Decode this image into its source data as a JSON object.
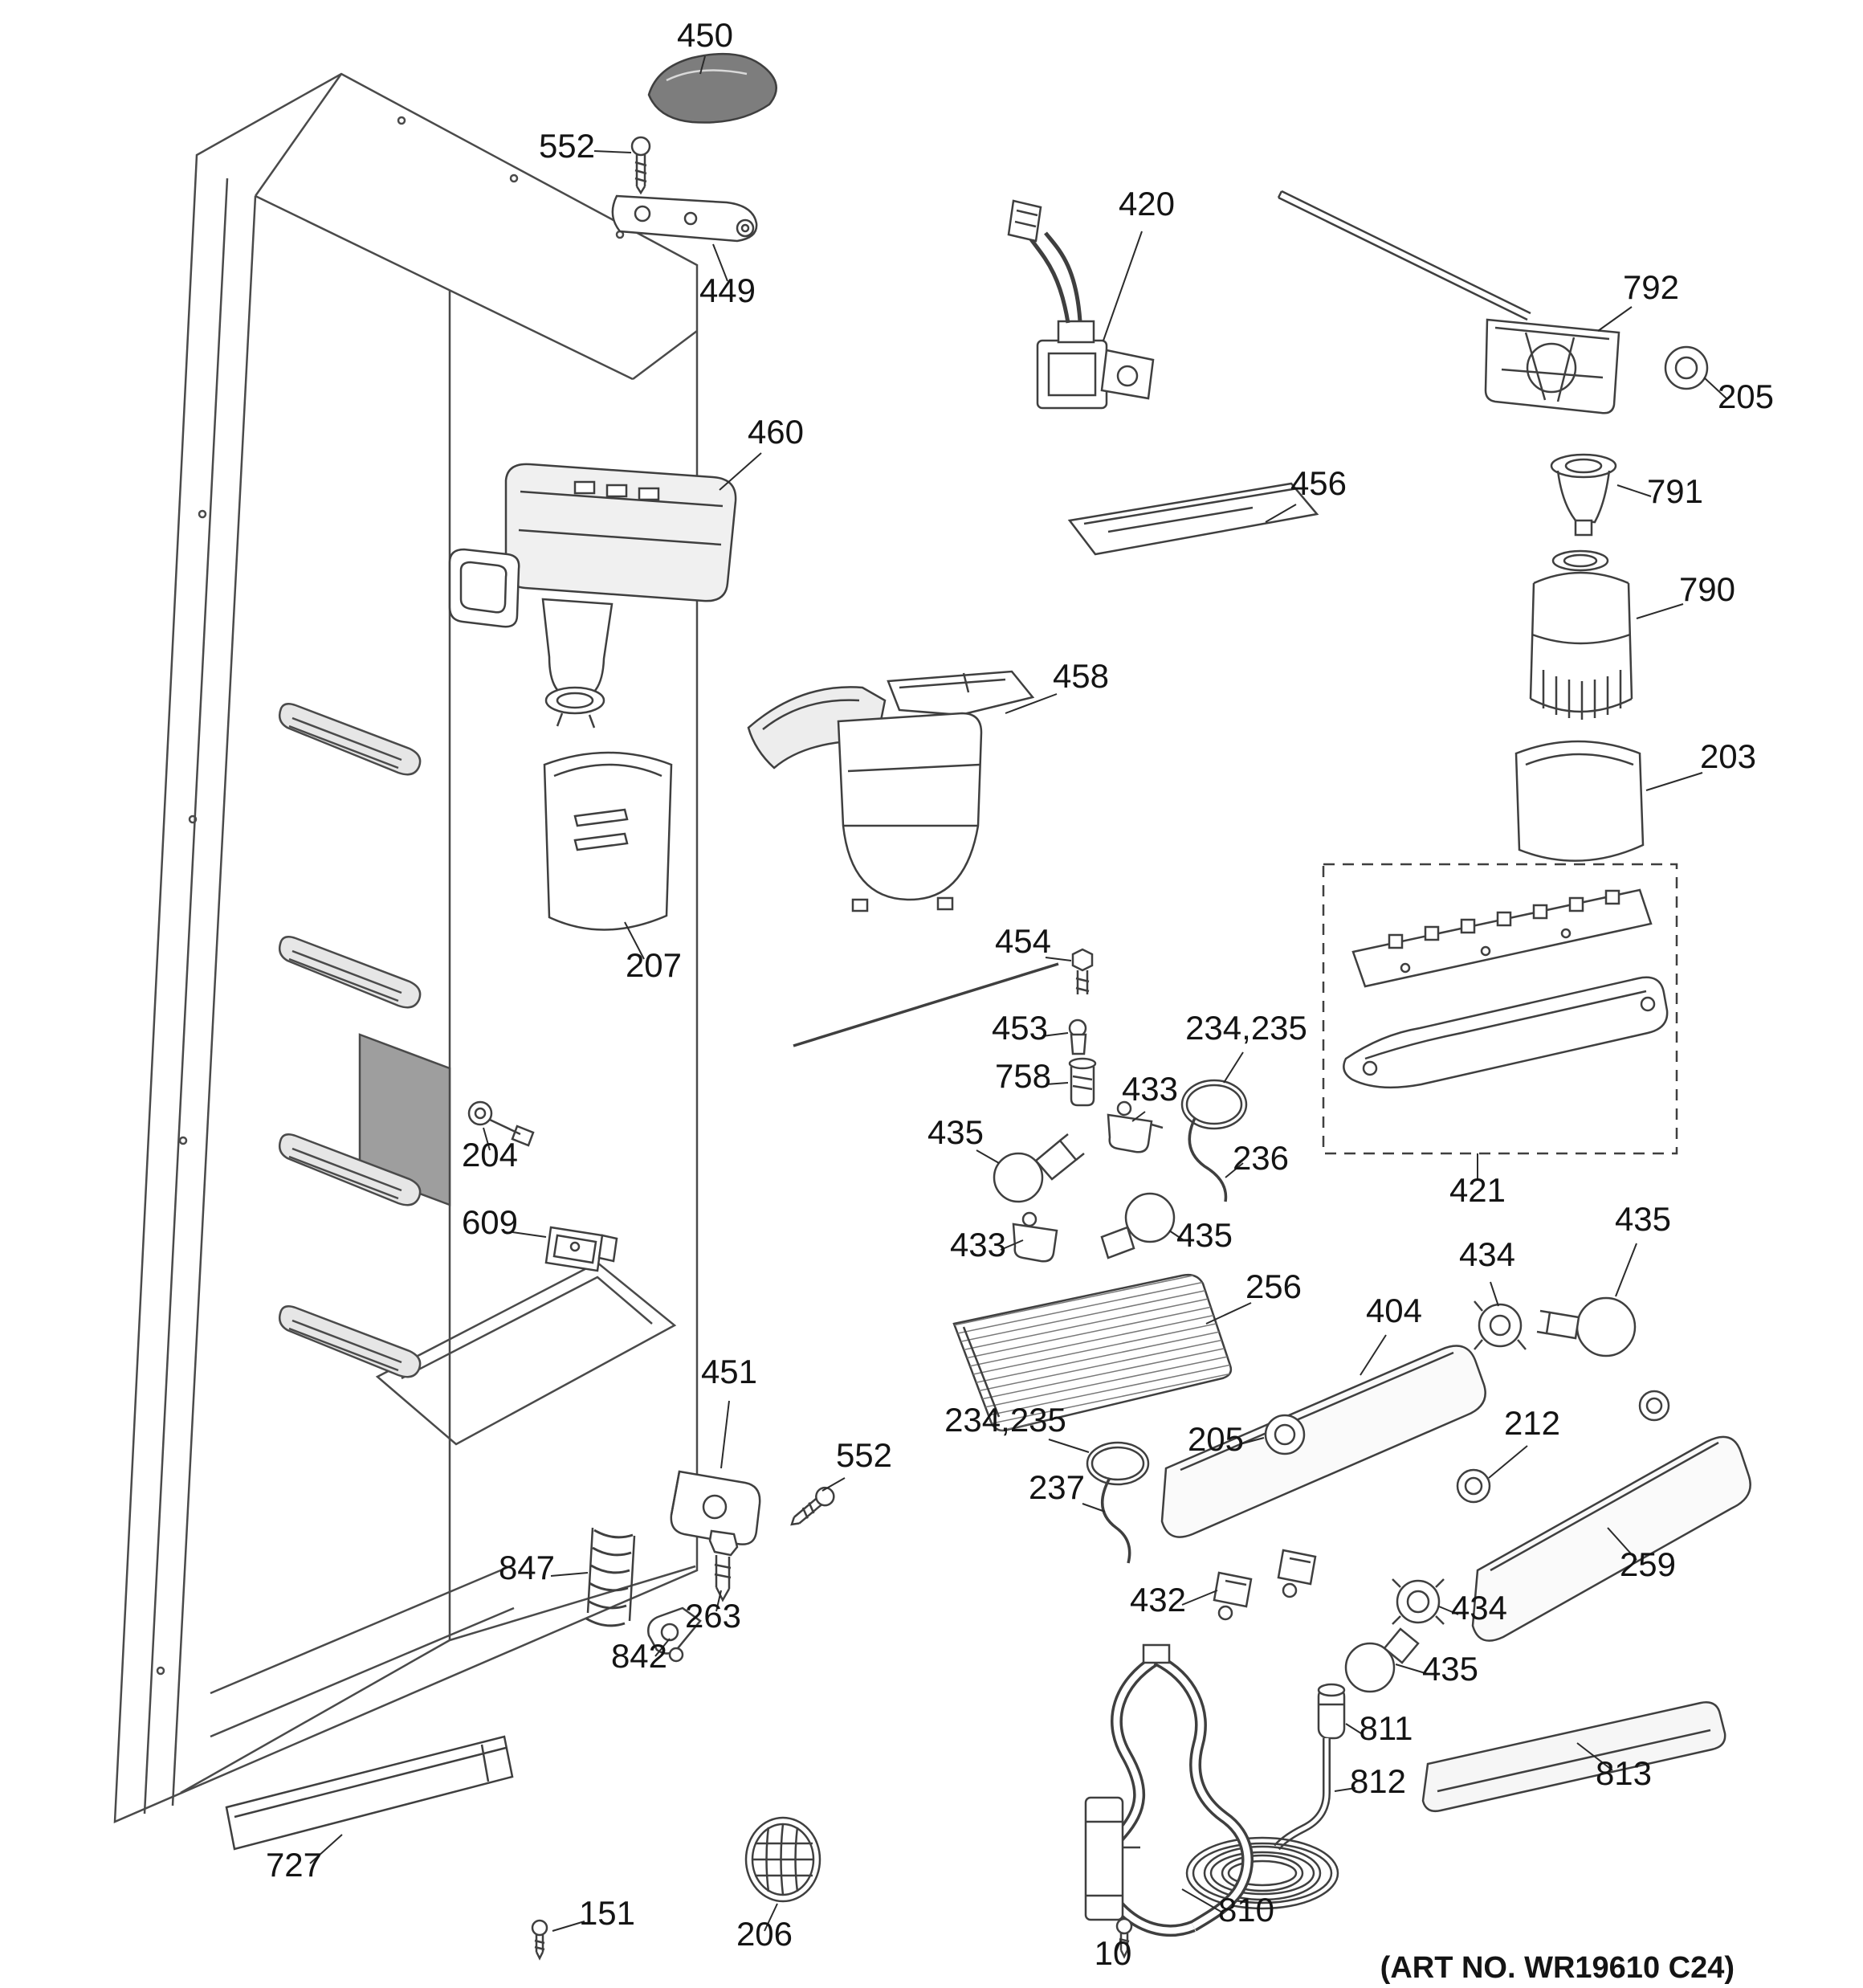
{
  "figure": {
    "art_no": "(ART NO. WR19610 C24)"
  },
  "callouts": [
    {
      "id": "450",
      "label": "450"
    },
    {
      "id": "552-top",
      "label": "552"
    },
    {
      "id": "449",
      "label": "449"
    },
    {
      "id": "420",
      "label": "420"
    },
    {
      "id": "792",
      "label": "792"
    },
    {
      "id": "205-right",
      "label": "205"
    },
    {
      "id": "791",
      "label": "791"
    },
    {
      "id": "790",
      "label": "790"
    },
    {
      "id": "203",
      "label": "203"
    },
    {
      "id": "460",
      "label": "460"
    },
    {
      "id": "456",
      "label": "456"
    },
    {
      "id": "458",
      "label": "458"
    },
    {
      "id": "207",
      "label": "207"
    },
    {
      "id": "454",
      "label": "454"
    },
    {
      "id": "453",
      "label": "453"
    },
    {
      "id": "758",
      "label": "758"
    },
    {
      "id": "234-235-right",
      "label": "234,235"
    },
    {
      "id": "236",
      "label": "236"
    },
    {
      "id": "433-upper",
      "label": "433"
    },
    {
      "id": "435-left",
      "label": "435"
    },
    {
      "id": "433-lower",
      "label": "433"
    },
    {
      "id": "435-mid",
      "label": "435"
    },
    {
      "id": "421",
      "label": "421"
    },
    {
      "id": "256",
      "label": "256"
    },
    {
      "id": "204",
      "label": "204"
    },
    {
      "id": "609",
      "label": "609"
    },
    {
      "id": "434-upper",
      "label": "434"
    },
    {
      "id": "435-right",
      "label": "435"
    },
    {
      "id": "404",
      "label": "404"
    },
    {
      "id": "205-mid",
      "label": "205"
    },
    {
      "id": "212",
      "label": "212"
    },
    {
      "id": "259",
      "label": "259"
    },
    {
      "id": "234-235-left",
      "label": "234,235"
    },
    {
      "id": "237",
      "label": "237"
    },
    {
      "id": "451",
      "label": "451"
    },
    {
      "id": "552-mid",
      "label": "552"
    },
    {
      "id": "847",
      "label": "847"
    },
    {
      "id": "263",
      "label": "263"
    },
    {
      "id": "842",
      "label": "842"
    },
    {
      "id": "432",
      "label": "432"
    },
    {
      "id": "434-lower",
      "label": "434"
    },
    {
      "id": "435-bottom",
      "label": "435"
    },
    {
      "id": "811",
      "label": "811"
    },
    {
      "id": "812",
      "label": "812"
    },
    {
      "id": "813",
      "label": "813"
    },
    {
      "id": "810",
      "label": "810"
    },
    {
      "id": "10",
      "label": "10"
    },
    {
      "id": "727",
      "label": "727"
    },
    {
      "id": "151",
      "label": "151"
    },
    {
      "id": "206",
      "label": "206"
    }
  ]
}
